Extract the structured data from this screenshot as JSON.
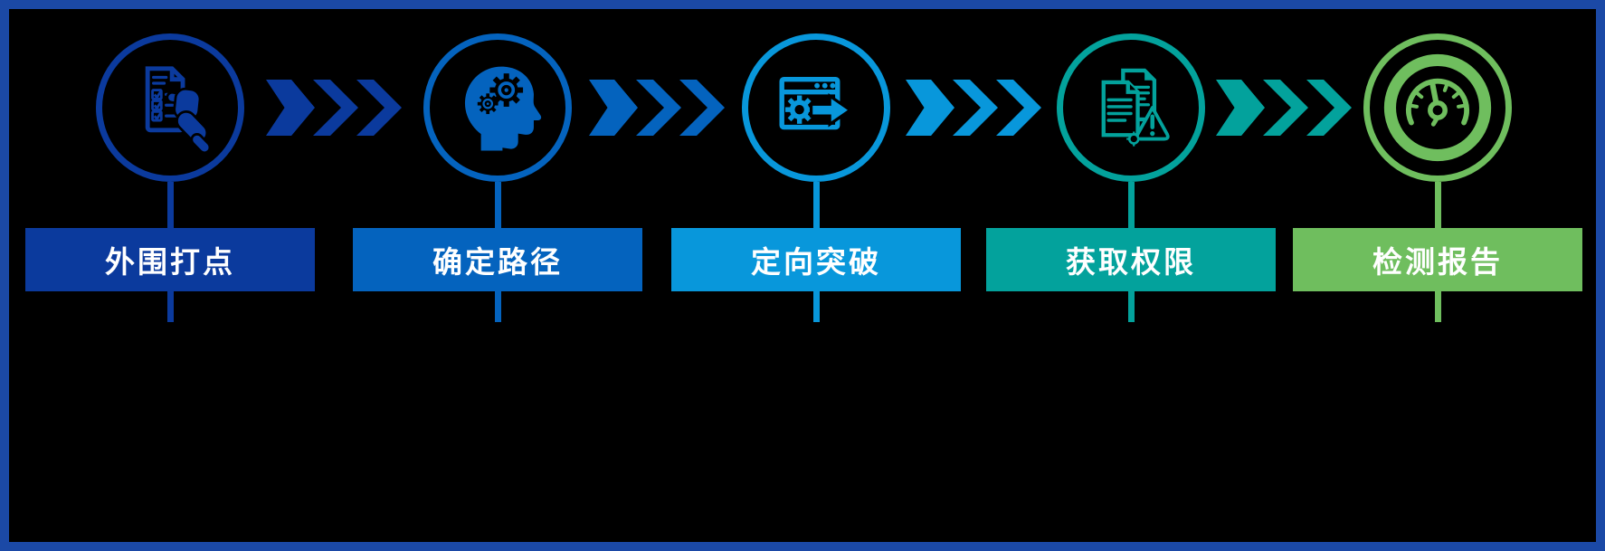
{
  "diagram": {
    "type": "process-flow",
    "background_color": "#000000",
    "border_color": "#1B49A6",
    "label_text_color": "#FFFFFF",
    "steps": [
      {
        "label": "外围打点",
        "color": "#0B3A9D",
        "icon": "checklist-in-hand-icon"
      },
      {
        "label": "确定路径",
        "color": "#0463BE",
        "icon": "head-with-gears-icon"
      },
      {
        "label": "定向突破",
        "color": "#0897DB",
        "icon": "app-window-gear-arrow-icon"
      },
      {
        "label": "获取权限",
        "color": "#03A29C",
        "icon": "documents-warning-icon"
      },
      {
        "label": "检测报告",
        "color": "#6FBE5E",
        "icon": "gauge-icon"
      }
    ],
    "arrows": [
      {
        "from": "外围打点",
        "to": "确定路径",
        "style": "triple-chevron",
        "color": "#0B3A9D"
      },
      {
        "from": "确定路径",
        "to": "定向突破",
        "style": "triple-chevron",
        "color": "#0463BE"
      },
      {
        "from": "定向突破",
        "to": "获取权限",
        "style": "triple-chevron",
        "color": "#0897DB"
      },
      {
        "from": "获取权限",
        "to": "检测报告",
        "style": "triple-chevron",
        "color": "#03A29C"
      }
    ]
  }
}
